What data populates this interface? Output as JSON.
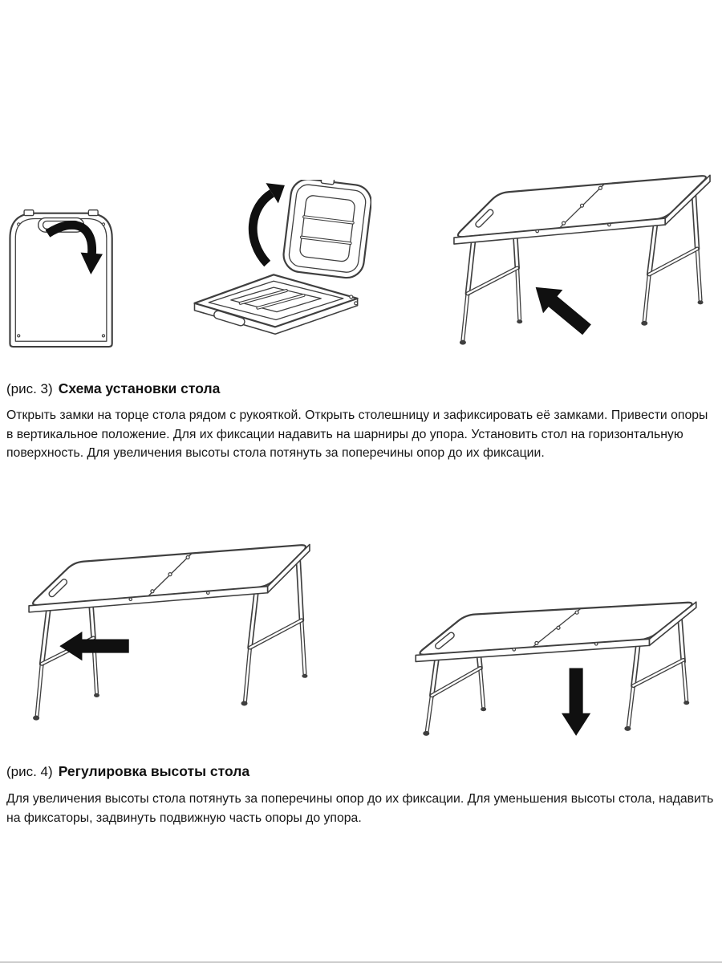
{
  "page": {
    "kind": "instruction-manual-page",
    "language": "ru",
    "colors": {
      "background": "#ffffff",
      "ink": "#3f3f3f",
      "arrow": "#101010"
    }
  },
  "figure3": {
    "caption_prefix": "(рис. 3)",
    "caption_title": "Схема установки стола",
    "body": "Открыть замки на торце стола рядом с рукояткой. Открыть столешницу и зафиксировать её замками. Привести опоры в вертикальное положение. Для их фиксации надавить на шарниры до упора. Установить стол на горизонтальную поверхность. Для увеличения высоты стола потянуть за поперечины опор до их фиксации.",
    "illustrations": [
      {
        "name": "folded-table-case",
        "arrow": "curved-arrow-opening-down"
      },
      {
        "name": "half-opened-table-case",
        "arrow": "curved-arrow-opening-up"
      },
      {
        "name": "assembled-table",
        "arrow": "solid-arrow-up-left"
      }
    ]
  },
  "figure4": {
    "caption_prefix": "(рис. 4)",
    "caption_title": "Регулировка высоты стола",
    "body": "Для увеличения высоты стола потянуть за поперечины опор до их фиксации. Для уменьшения высоты стола, надавить на фиксаторы, задвинуть подвижную часть опоры до упора.",
    "illustrations": [
      {
        "name": "table-full-height",
        "arrow": "solid-arrow-left"
      },
      {
        "name": "table-lowered",
        "arrow": "solid-arrow-down"
      }
    ]
  }
}
